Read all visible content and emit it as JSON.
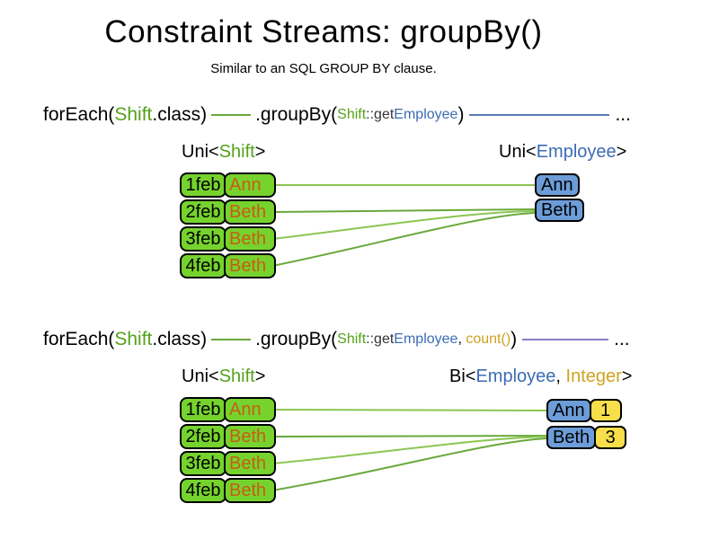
{
  "title": "Constraint Streams: groupBy()",
  "subtitle": "Similar to an SQL GROUP BY clause.",
  "colors": {
    "green_text": "#54a21c",
    "blue_text": "#3c6cb4",
    "gold_text": "#cfa21f",
    "orange_text": "#c65d13",
    "green_fill": "#76d32e",
    "blue_fill": "#6d9dd9",
    "yellow_fill": "#f6df4a",
    "line_green_light": "#8cc552",
    "line_green": "#68a93a",
    "line_blue": "#5b7db5",
    "line_purple": "#8e7cc3",
    "box_border": "#000000"
  },
  "code1": {
    "foreach": "forEach(",
    "shift": "Shift",
    "classclose": ".class)",
    "groupby": ".groupBy(",
    "arg_class": "Shift",
    "arg_method": "::get",
    "arg_type": "Employee",
    "close": ")",
    "ellipsis": "..."
  },
  "code2": {
    "foreach": "forEach(",
    "shift": "Shift",
    "classclose": ".class)",
    "groupby": ".groupBy(",
    "arg_class": "Shift",
    "arg_method": "::get",
    "arg_type": "Employee",
    "comma": ", ",
    "count": "count()",
    "close": ")",
    "ellipsis": "..."
  },
  "diagram1": {
    "left_label": {
      "prefix": "Uni<",
      "type": "Shift",
      "suffix": ">"
    },
    "right_label": {
      "prefix": "Uni<",
      "type": "Employee",
      "suffix": ">"
    },
    "rows": [
      {
        "date": "1feb",
        "employee": "Ann"
      },
      {
        "date": "2feb",
        "employee": "Beth"
      },
      {
        "date": "3feb",
        "employee": "Beth"
      },
      {
        "date": "4feb",
        "employee": "Beth"
      }
    ],
    "groups": [
      {
        "employee": "Ann"
      },
      {
        "employee": "Beth"
      }
    ]
  },
  "diagram2": {
    "left_label": {
      "prefix": "Uni<",
      "type": "Shift",
      "suffix": ">"
    },
    "right_label": {
      "prefix": "Bi<",
      "type1": "Employee",
      "separator": ", ",
      "type2": "Integer",
      "suffix": ">"
    },
    "rows": [
      {
        "date": "1feb",
        "employee": "Ann"
      },
      {
        "date": "2feb",
        "employee": "Beth"
      },
      {
        "date": "3feb",
        "employee": "Beth"
      },
      {
        "date": "4feb",
        "employee": "Beth"
      }
    ],
    "groups": [
      {
        "employee": "Ann",
        "count": "1"
      },
      {
        "employee": "Beth",
        "count": "3"
      }
    ]
  }
}
